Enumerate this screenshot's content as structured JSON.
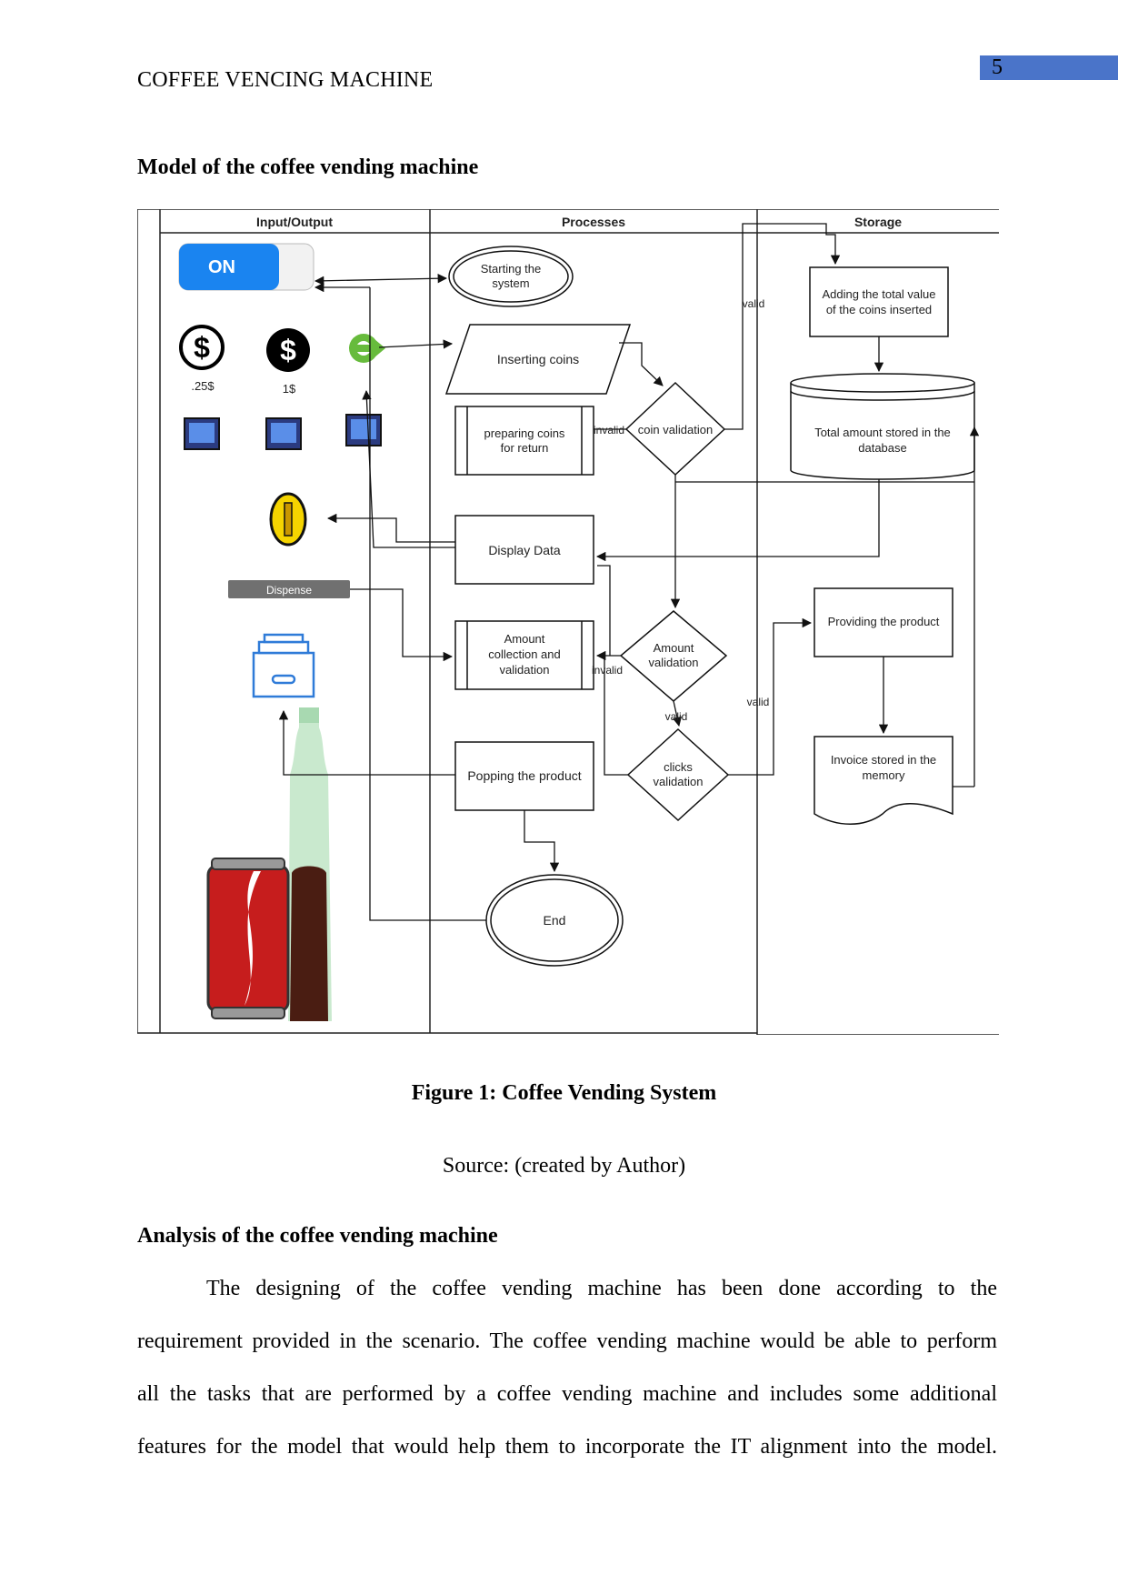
{
  "header": {
    "running_head": "COFFEE VENCING MACHINE",
    "page_number": "5",
    "page_number_color": "#4a74c9"
  },
  "section1": {
    "heading": "Model of the coffee vending machine"
  },
  "figure": {
    "lanes": [
      "Input/Output",
      "Processes",
      "Storage"
    ],
    "io": {
      "on_label": "ON",
      "coin_small_label": ".25$",
      "coin_large_label": "1$",
      "dispense_label": "Dispense",
      "on_color": "#1a84f0",
      "icons": [
        "dollar-coin-icon",
        "dollar-coin-filled-icon",
        "green-arrow-icon",
        "monitor-icon",
        "gold-coin-icon",
        "drawer-icon",
        "soda-can-icon",
        "soda-bottle-icon"
      ]
    },
    "nodes": {
      "start": [
        "Starting the",
        "system"
      ],
      "insert": "Inserting coins",
      "prepare": [
        "preparing coins",
        "for return"
      ],
      "coin_validation": "coin validation",
      "display": "Display Data",
      "amount_collect": [
        "Amount",
        "collection and",
        "validation"
      ],
      "amount_validation": [
        "Amount",
        "validation"
      ],
      "clicks_validation": [
        "clicks",
        "validation"
      ],
      "popping": "Popping the product",
      "end": "End",
      "adding": [
        "Adding the total value",
        "of the coins inserted"
      ],
      "total": [
        "Total amount stored in the",
        "database"
      ],
      "providing": "Providing the product",
      "invoice": [
        "Invoice stored in the",
        "memory"
      ]
    },
    "edge_labels": {
      "valid_top": "valid",
      "invalid_coin": "invalid",
      "invalid_amount": "invalid",
      "valid_mid": "valid",
      "valid_clicks": "valid"
    },
    "caption": "Figure 1: Coffee Vending System",
    "source": "Source: (created by Author)"
  },
  "section2": {
    "heading": "Analysis of the coffee vending machine",
    "lines": [
      "The designing of the coffee vending machine has been done according to the",
      "requirement provided in the scenario. The coffee vending machine would be able to perform",
      "all the tasks that are performed by a coffee vending machine and includes some additional",
      "features for the model that would help them to incorporate the IT alignment into the model."
    ]
  }
}
